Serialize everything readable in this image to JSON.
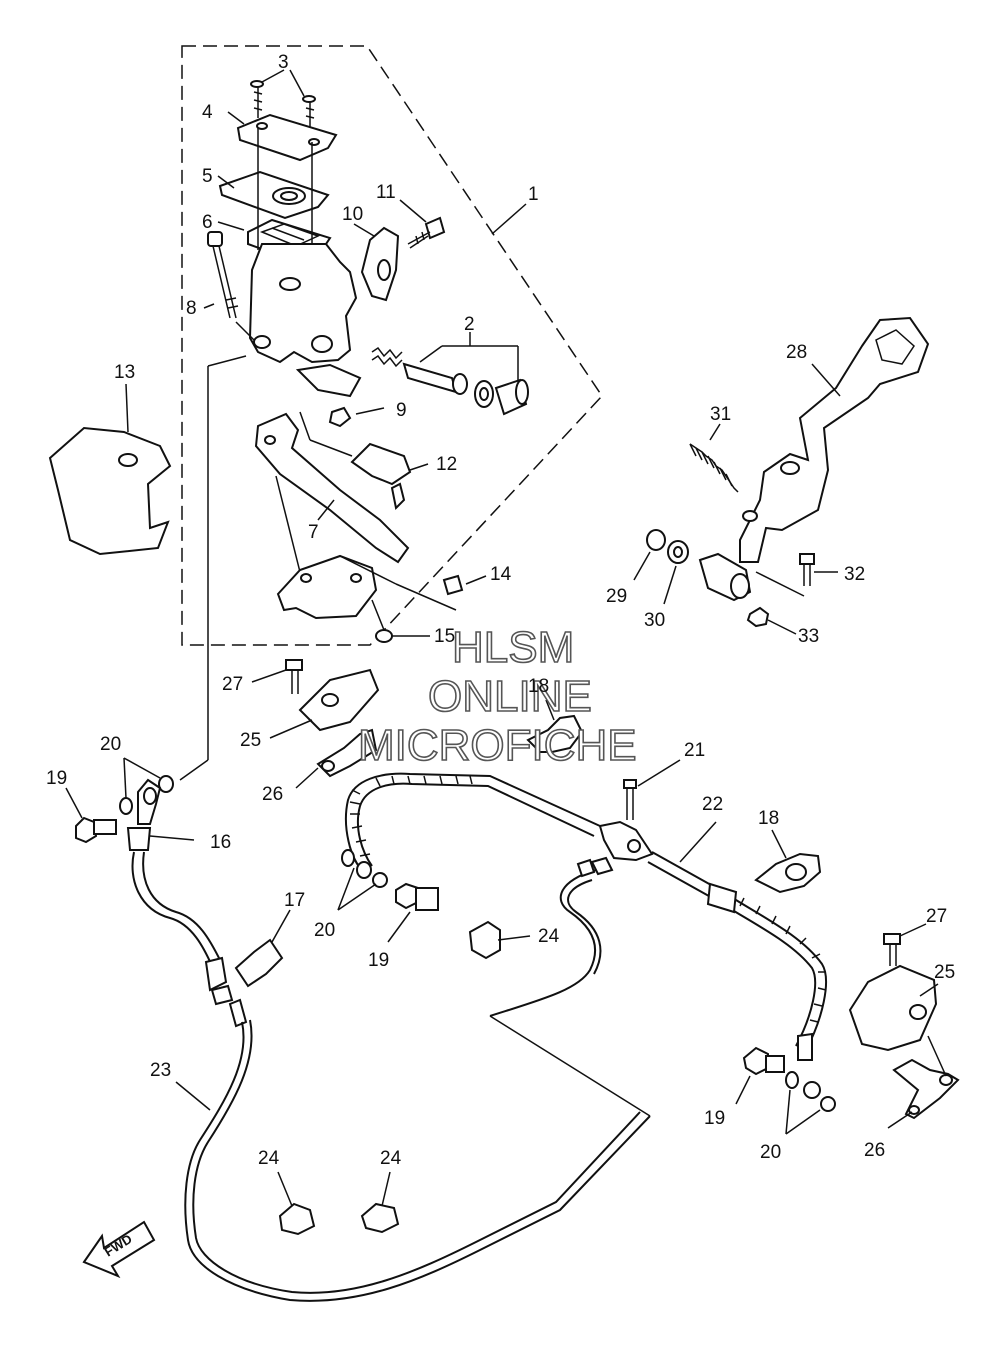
{
  "labels": {
    "p1": "1",
    "p2": "2",
    "p3": "3",
    "p4": "4",
    "p5": "5",
    "p6": "6",
    "p7": "7",
    "p8": "8",
    "p9": "9",
    "p10": "10",
    "p11": "11",
    "p12": "12",
    "p13": "13",
    "p14": "14",
    "p15": "15",
    "p16": "16",
    "p17": "17",
    "p18a": "18",
    "p18b": "18",
    "p19a": "19",
    "p19b": "19",
    "p19c": "19",
    "p20a": "20",
    "p20b": "20",
    "p20c": "20",
    "p21": "21",
    "p22": "22",
    "p23": "23",
    "p24a": "24",
    "p24b": "24",
    "p24c": "24",
    "p25a": "25",
    "p25b": "25",
    "p26a": "26",
    "p26b": "26",
    "p27a": "27",
    "p27b": "27",
    "p28": "28",
    "p29": "29",
    "p30": "30",
    "p31": "31",
    "p32": "32",
    "p33": "33"
  },
  "watermark": {
    "line1": "HLSM",
    "line2": "ONLINE",
    "line3": "MICROFICHE"
  },
  "fwd_arrow": {
    "text": "FWD"
  }
}
